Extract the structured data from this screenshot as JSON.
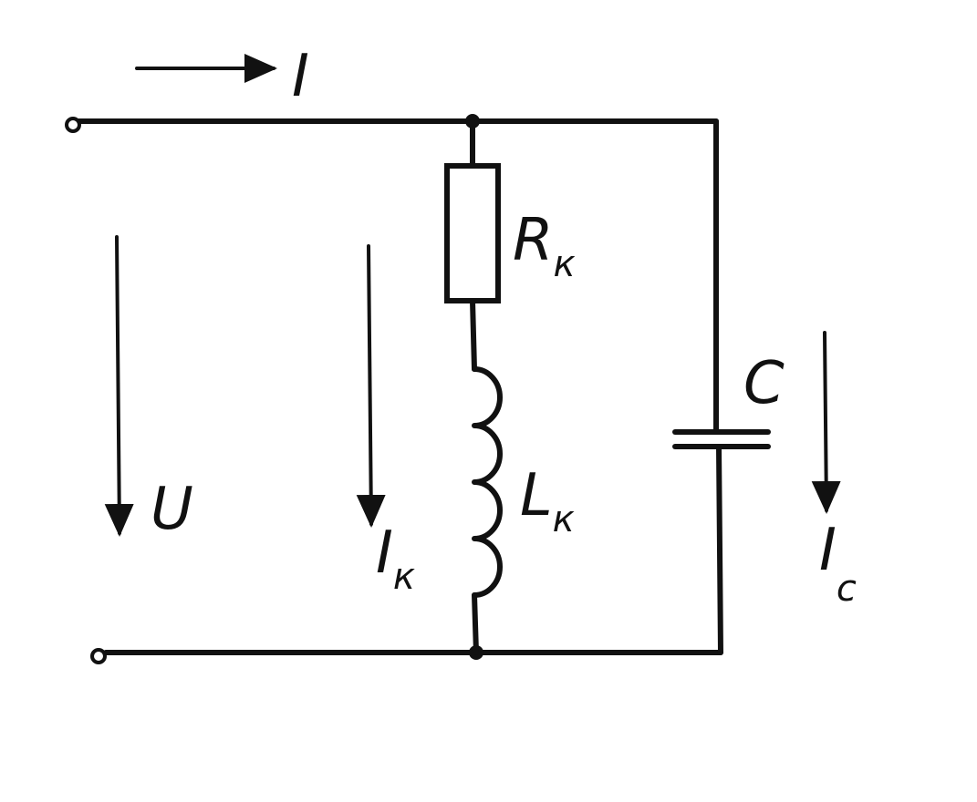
{
  "labels": {
    "current_total": "I",
    "voltage": "U",
    "current_branch_main": "I",
    "current_branch_sub": "к",
    "resistor_main": "R",
    "resistor_sub": "к",
    "inductor_main": "L",
    "inductor_sub": "к",
    "capacitor": "C",
    "current_cap_main": "I",
    "current_cap_sub": "c"
  },
  "colors": {
    "ink": "#111111",
    "paper": "#ffffff"
  }
}
